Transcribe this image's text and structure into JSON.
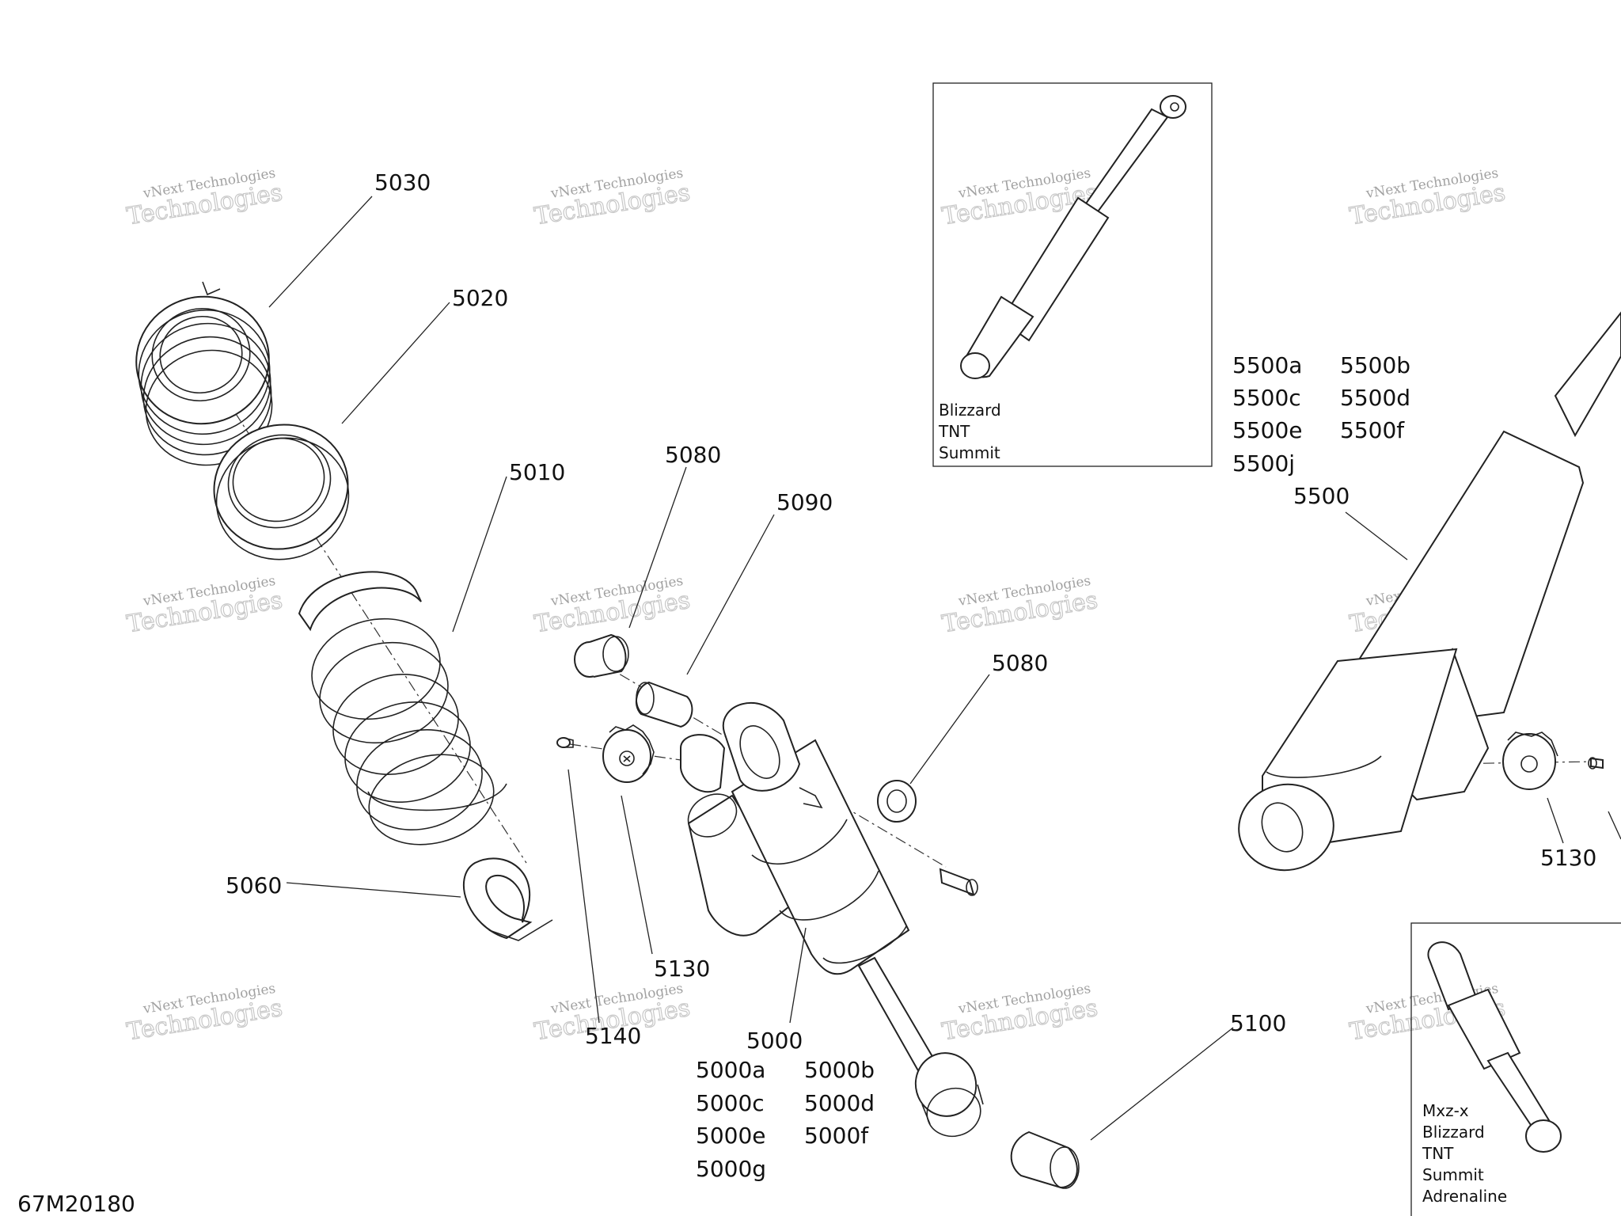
{
  "diagram": {
    "code": "67M20180",
    "watermark": {
      "line1": "vNext Technologies",
      "line2": "Technologies"
    },
    "callouts": {
      "p5030": "5030",
      "p5020": "5020",
      "p5010": "5010",
      "p5080a": "5080",
      "p5090": "5090",
      "p5080b": "5080",
      "p5060": "5060",
      "p5130a": "5130",
      "p5140": "5140",
      "p5000": "5000",
      "p5100": "5100",
      "p5500": "5500",
      "p5130b": "5130"
    },
    "variants_5000": [
      "5000a",
      "5000b",
      "5000c",
      "5000d",
      "5000e",
      "5000f",
      "5000g"
    ],
    "variants_5500": [
      "5500a",
      "5500b",
      "5500c",
      "5500d",
      "5500e",
      "5500f",
      "5500j"
    ],
    "inset_top": {
      "models": [
        "Blizzard",
        "TNT",
        "Summit"
      ]
    },
    "inset_bottom": {
      "models": [
        "Mxz-x",
        "Blizzard",
        "TNT",
        "Summit",
        "Adrenaline"
      ]
    }
  }
}
